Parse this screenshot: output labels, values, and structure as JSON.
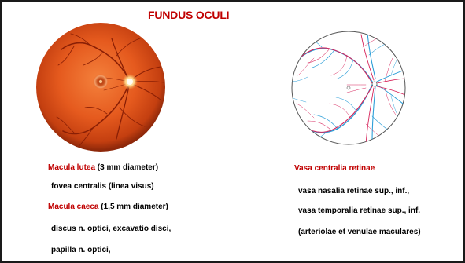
{
  "title": "FUNDUS OCULI",
  "left": {
    "macula_lutea": {
      "term": "Macula lutea",
      "note": " (3 mm diameter)"
    },
    "fovea_line": "fovea centralis (linea visus)",
    "macula_caeca": {
      "term": "Macula caeca",
      "note": " (1,5 mm diameter)"
    },
    "discus_line": "discus n. optici, excavatio disci,",
    "papilla_line": "papilla n. optici,"
  },
  "right": {
    "heading": "Vasa centralia retinae",
    "lines": [
      "vasa nasalia retinae sup., inf.,",
      "vasa temporalia retinae sup., inf.",
      "(arteriolae et venulae maculares)"
    ]
  },
  "colors": {
    "title": "#c00000",
    "fundus_base": "#e0551c",
    "fundus_edge": "#9a2d0a",
    "artery": "#d6235a",
    "vein": "#2e9fd8",
    "circle_outline": "#555555"
  }
}
